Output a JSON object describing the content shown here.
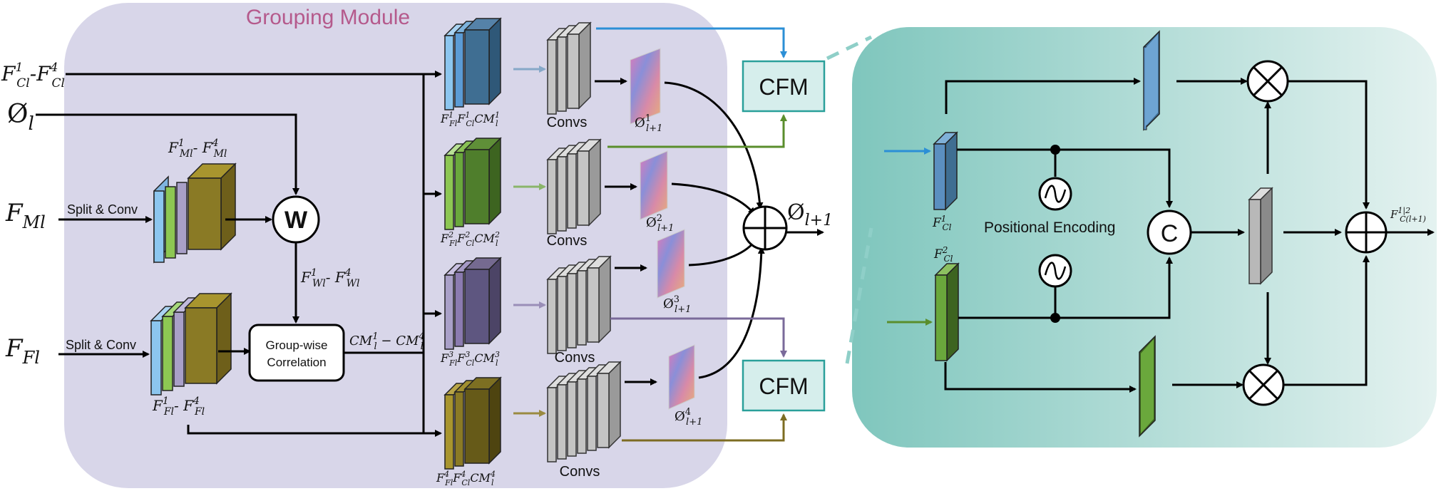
{
  "grouping_module": {
    "title": "Grouping Module"
  },
  "inputs": {
    "fcl": {
      "base": "F",
      "sup1": "1",
      "sub1": "Cl",
      "dash": "-",
      "sup2": "4",
      "sub2": "Cl"
    },
    "phi": {
      "glyph": "Ø",
      "sub": "l"
    },
    "fml": {
      "base": "F",
      "sub": "Ml"
    },
    "ffl": {
      "base": "F",
      "sub": "Fl"
    }
  },
  "split_conv_label": "Split & Conv",
  "fml_groups": {
    "base1": "F",
    "sup1": "1",
    "sub1": "Ml",
    "dash": "- ",
    "base2": "F",
    "sup2": "4",
    "sub2": "Ml"
  },
  "ffl_groups": {
    "base1": "F",
    "sup1": "1",
    "sub1": "Fl",
    "dash": "- ",
    "base2": "F",
    "sup2": "4",
    "sub2": "Fl"
  },
  "w_node": "W",
  "fwl": {
    "base1": "F",
    "sup1": "1",
    "sub1": "Wl",
    "dash": "- ",
    "base2": "F",
    "sup2": "4",
    "sub2": "Wl"
  },
  "groupwise": {
    "line1": "Group-wise",
    "line2": "Correlation"
  },
  "cm": {
    "base1": "CM",
    "sup1": "1",
    "sub1": "l",
    "dash": " − ",
    "base2": "CM",
    "sup2": "4",
    "sub2": "l"
  },
  "branches": [
    {
      "i": "1",
      "convs": "Convs",
      "phi_sup": "1"
    },
    {
      "i": "2",
      "convs": "Convs",
      "phi_sup": "2"
    },
    {
      "i": "3",
      "convs": "Convs",
      "phi_sup": "3"
    },
    {
      "i": "4",
      "convs": "Convs",
      "phi_sup": "4"
    }
  ],
  "triple": {
    "f": "F",
    "fl": "Fl",
    "cl": "Cl",
    "cm": "CM",
    "l": "l"
  },
  "phi_next": {
    "glyph": "Ø",
    "sub": "l+1"
  },
  "cfm_label": "CFM",
  "cfm_detail": {
    "fcl1": {
      "base": "F",
      "sup": "1",
      "sub": "Cl"
    },
    "fcl2": {
      "base": "F",
      "sup": "2",
      "sub": "Cl"
    },
    "positional_encoding": "Positional Encoding",
    "concat": "C",
    "output": {
      "base": "F",
      "sup": "1|2",
      "sub": "C(l+1)"
    }
  },
  "colors": {
    "module_bg": "#d8d6e9",
    "cfm_panel_bg": "#cde6e2",
    "title": "#b55a8c",
    "blue": "#5b9bd5",
    "green": "#6aa83c",
    "purple": "#8b7bb0",
    "olive": "#8a7a25",
    "gray": "#c0c0c0",
    "cfm_fill": "#d6eeec",
    "cfm_border": "#2aa09a",
    "dashed": "#8fcfc8"
  }
}
